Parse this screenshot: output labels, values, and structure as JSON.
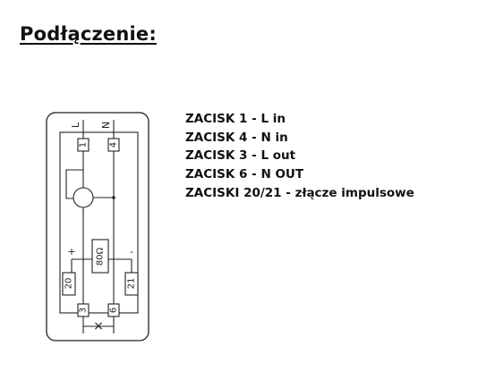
{
  "page": {
    "title": "Podłączenie:"
  },
  "legend": [
    "ZACISK 1 - L in",
    "ZACISK 4 - N in",
    "ZACISK 3 - L out",
    "ZACISK 6 - N OUT",
    "ZACISKI 20/21 - złącze impulsowe"
  ],
  "diagram": {
    "top_labels": {
      "left": "L",
      "right": "N"
    },
    "terminals": {
      "t1": "1",
      "t4": "4",
      "t20": "20",
      "t21": "21",
      "t3": "3",
      "t6": "6"
    },
    "polarity": {
      "plus": "+",
      "minus": "-"
    },
    "resistor": "80Ω",
    "cross": "×"
  }
}
